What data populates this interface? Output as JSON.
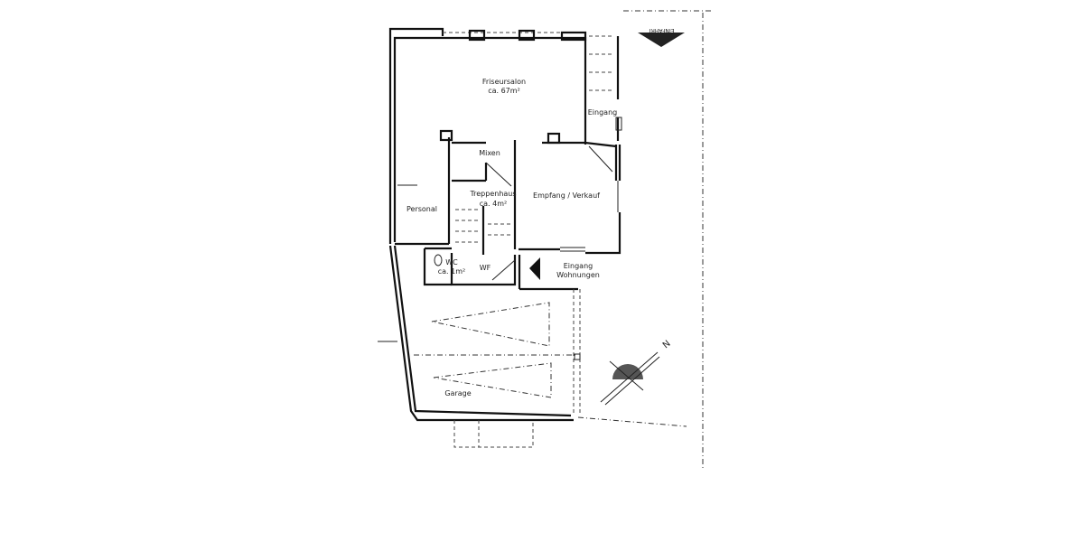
{
  "plan": {
    "rooms": {
      "salon": {
        "name": "Friseursalon",
        "area": "ca. 67m²"
      },
      "mixen": {
        "name": "Mixen"
      },
      "treppenhaus": {
        "name": "Treppenhaus",
        "area": "ca. 4m²"
      },
      "empfang": {
        "name": "Empfang / Verkauf"
      },
      "personal": {
        "name": "Personal"
      },
      "wc": {
        "name": "WC",
        "area": "ca. 1m²"
      },
      "wf": {
        "name": "WF"
      },
      "eingang": {
        "name": "Eingang"
      },
      "eingang_wohnungen": {
        "line1": "Eingang",
        "line2": "Wohnungen"
      },
      "garage": {
        "name": "Garage"
      }
    },
    "einfahrt": "EINFAHRT",
    "north": "N"
  }
}
